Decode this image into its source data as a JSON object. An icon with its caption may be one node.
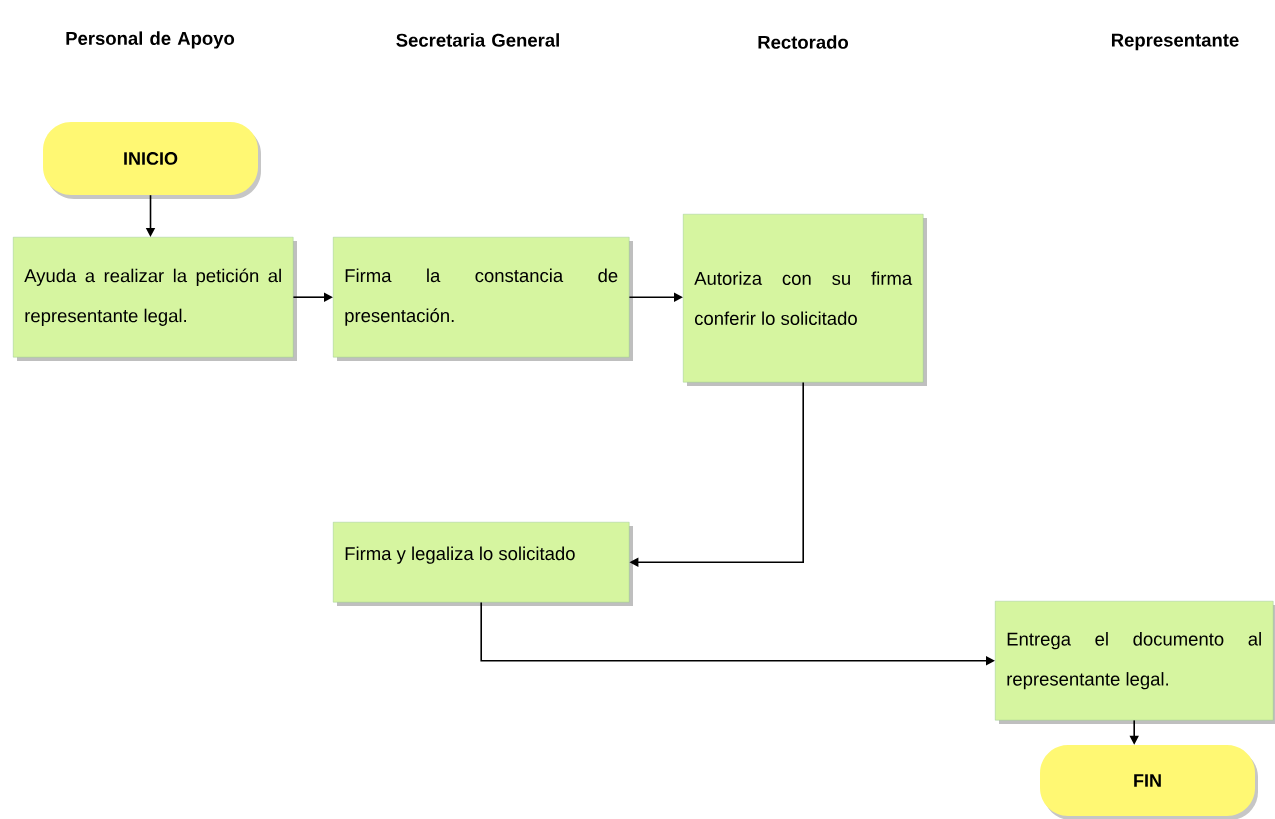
{
  "diagram": {
    "nodes": [
      {
        "text": [
          "INICIO"
        ]
      },
      {
        "text": [
          "Ayuda a realizar la petición al representante legal."
        ]
      },
      {
        "text": [
          "Firma la constancia de presentación."
        ]
      },
      {
        "text": [
          "Autoriza con su firma conferir lo solicitado"
        ]
      },
      {
        "text": [
          "Firma y legaliza lo solicitado"
        ]
      },
      {
        "text": [
          "Entrega el documento al representante legal."
        ]
      },
      {
        "text": [
          "FIN"
        ]
      }
    ],
    "edges": [
      {
        "from": 0,
        "to": 1,
        "arrow": "to"
      },
      {
        "from": 1,
        "to": 2,
        "arrow": "to"
      },
      {
        "from": 2,
        "to": 3,
        "arrow": "to"
      },
      {
        "from": 3,
        "to": 4,
        "arrow": "to"
      },
      {
        "from": 4,
        "to": 5,
        "arrow": "to"
      },
      {
        "from": 5,
        "to": 6,
        "arrow": "to"
      }
    ],
    "labels": [
      "Personal de Apoyo",
      "Secretaria General",
      "Rectorado",
      "Representante"
    ]
  }
}
